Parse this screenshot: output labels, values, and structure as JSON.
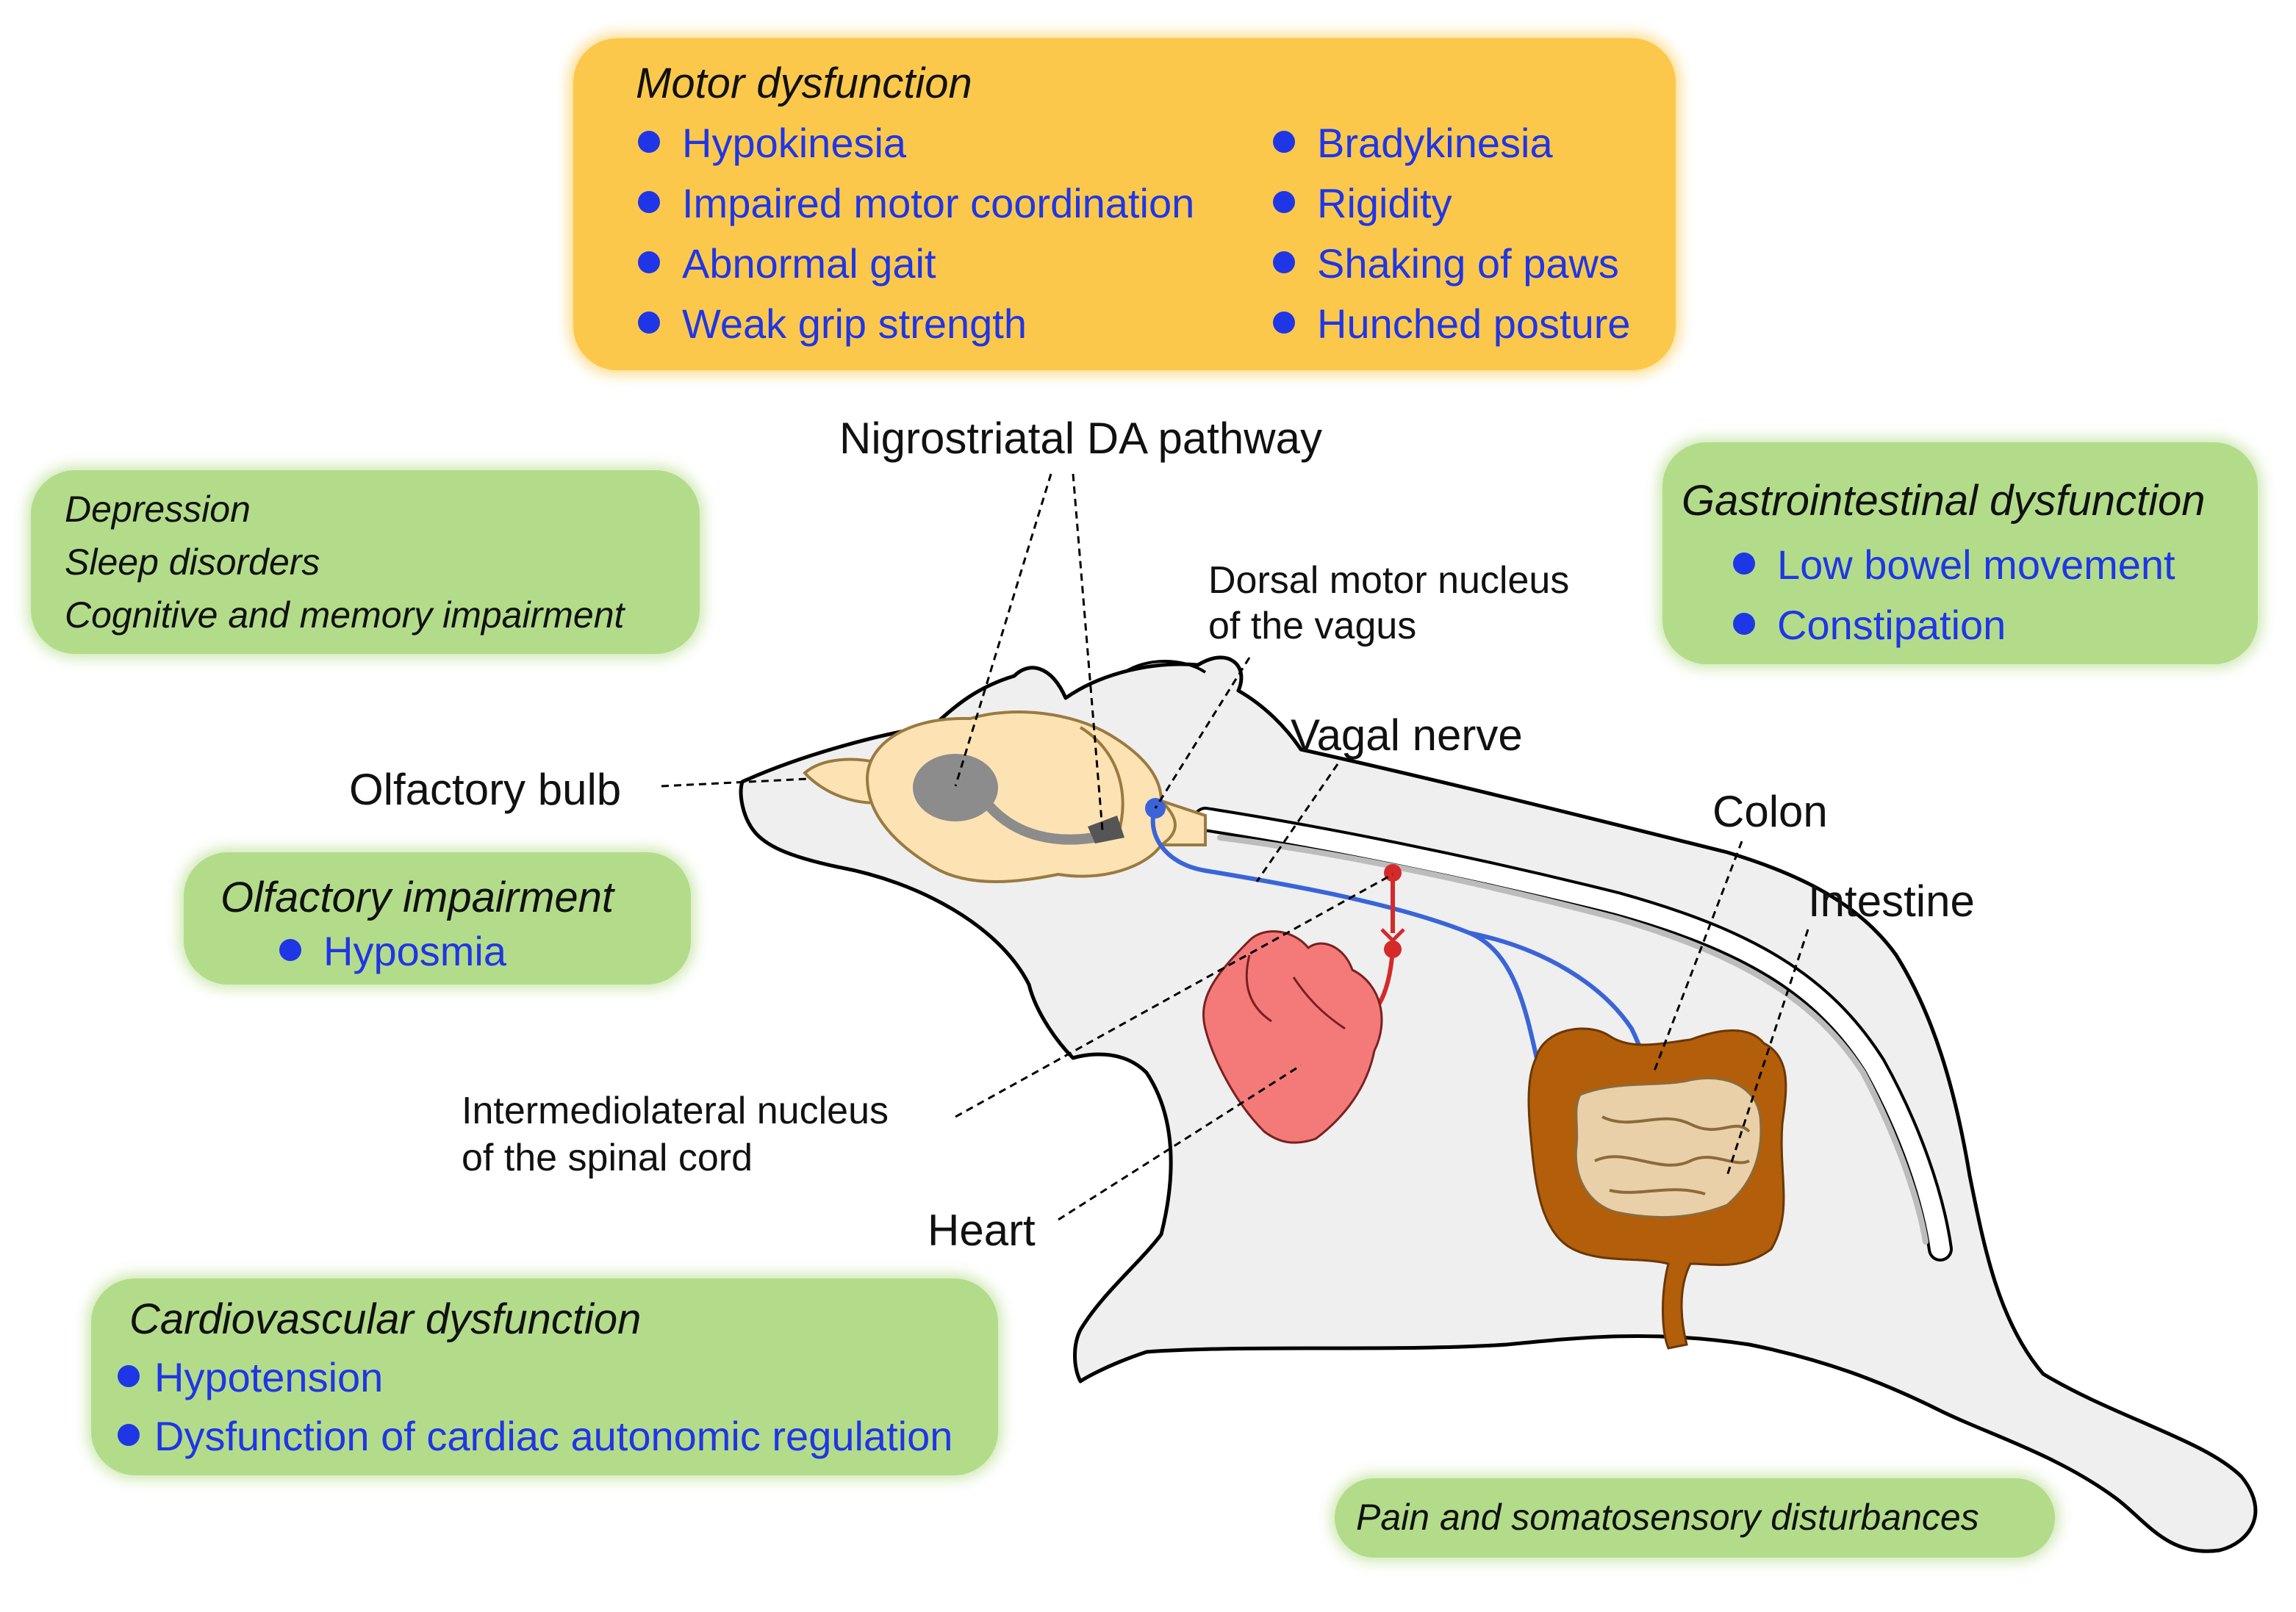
{
  "motor": {
    "title": "Motor dysfunction",
    "items_left": [
      "Hypokinesia",
      "Impaired motor coordination",
      "Abnormal gait",
      "Weak grip strength"
    ],
    "items_right": [
      "Bradykinesia",
      "Rigidity",
      "Shaking of paws",
      "Hunched posture"
    ]
  },
  "nonmotor": {
    "lines": [
      "Depression",
      "Sleep disorders",
      "Cognitive and memory impairment"
    ]
  },
  "olfactory": {
    "title": "Olfactory impairment",
    "items": [
      "Hyposmia"
    ]
  },
  "gastro": {
    "title": "Gastrointestinal dysfunction",
    "items": [
      "Low bowel movement",
      "Constipation"
    ]
  },
  "cardio": {
    "title": "Cardiovascular dysfunction",
    "items": [
      "Hypotension",
      "Dysfunction of cardiac autonomic regulation"
    ]
  },
  "pain": {
    "text": "Pain and somatosensory disturbances"
  },
  "labels": {
    "nigrostriatal": "Nigrostriatal DA pathway",
    "dorsal_line1": "Dorsal motor nucleus",
    "dorsal_line2": "of the vagus",
    "olfactory_bulb": "Olfactory bulb",
    "vagal_nerve": "Vagal nerve",
    "colon": "Colon",
    "intestine": "Intestine",
    "intermediolateral_line1": "Intermediolateral nucleus",
    "intermediolateral_line2": "of the spinal cord",
    "heart": "Heart"
  },
  "colors": {
    "green_box": "#b3dc8a",
    "orange_box": "#fcc84c",
    "blue_text": "#1f36e6",
    "vagal_nerve": "#3a64d8",
    "sympathetic": "#d42a2a",
    "heart": "#f47a7a",
    "colon": "#b25e0a",
    "intestine": "#ead0a8",
    "brain": "#fde3b4",
    "rat_body": "#efefef"
  }
}
